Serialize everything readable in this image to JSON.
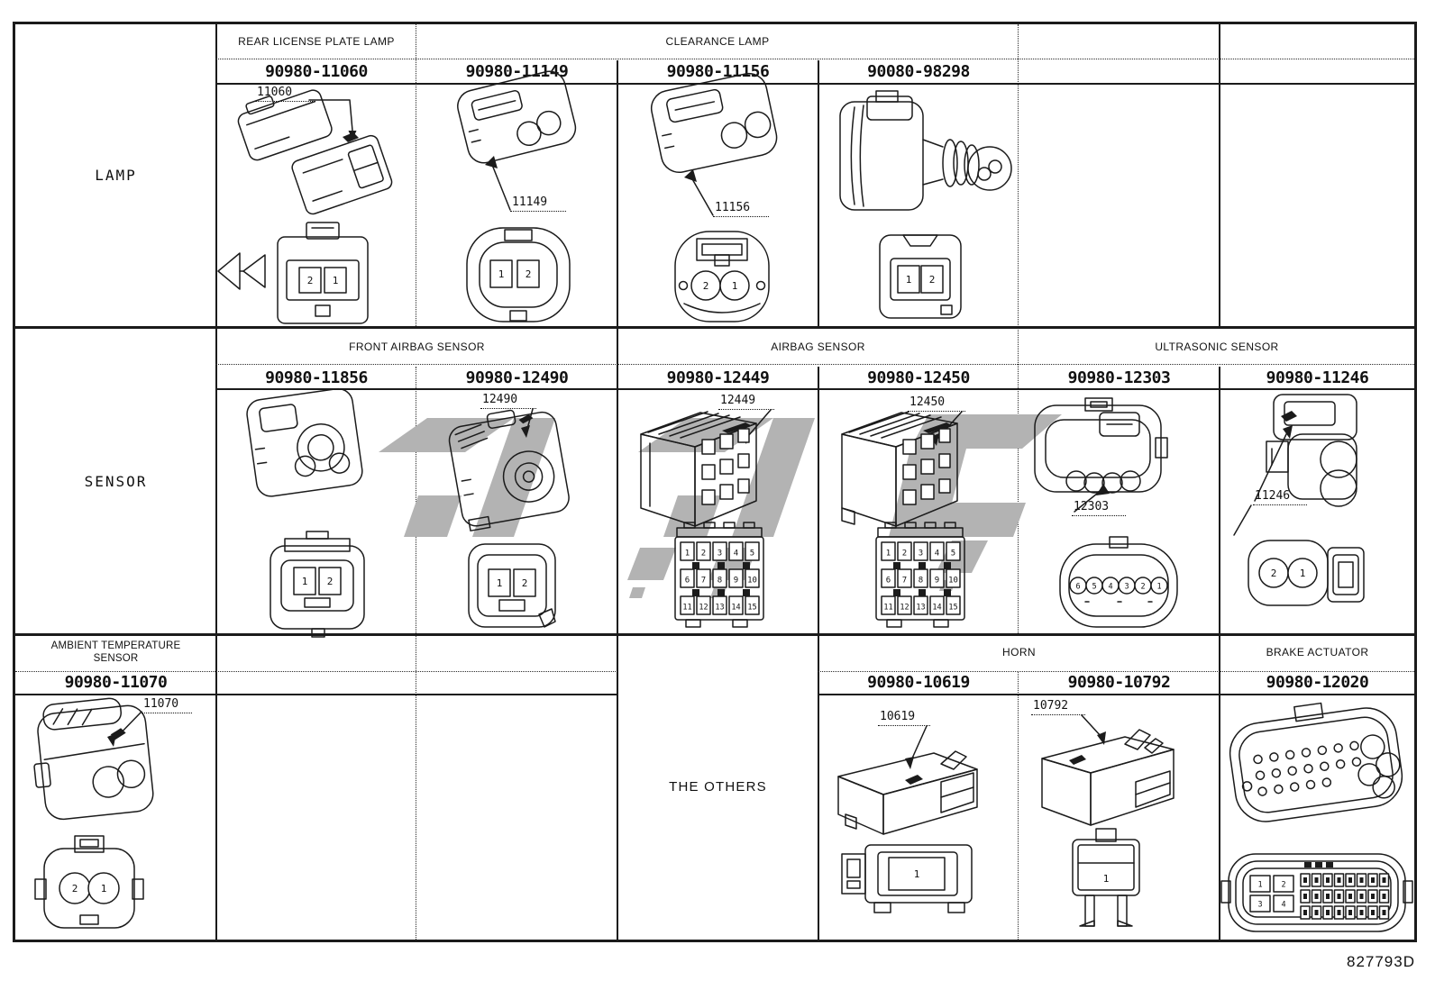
{
  "doc_code": "827793D",
  "lamp_row": {
    "label": "LAMP",
    "header_rear_license": "REAR LICENSE PLATE LAMP",
    "header_clearance": "CLEARANCE LAMP",
    "cells": {
      "c11060": {
        "part_number": "90980-11060",
        "callout": "11060",
        "pins": [
          "2",
          "1"
        ]
      },
      "c11149": {
        "part_number": "90980-11149",
        "callout": "11149",
        "pins": [
          "1",
          "2"
        ]
      },
      "c11156": {
        "part_number": "90980-11156",
        "callout": "11156",
        "pins": [
          "2",
          "1"
        ]
      },
      "c98298": {
        "part_number": "90080-98298",
        "pins": [
          "1",
          "2"
        ]
      }
    }
  },
  "sensor_row": {
    "label": "SENSOR",
    "header_front_airbag": "FRONT AIRBAG SENSOR",
    "header_airbag": "AIRBAG SENSOR",
    "header_ultrasonic": "ULTRASONIC SENSOR",
    "cells": {
      "c11856": {
        "part_number": "90980-11856",
        "pins": [
          "1",
          "2"
        ]
      },
      "c12490": {
        "part_number": "90980-12490",
        "callout": "12490",
        "pins": [
          "1",
          "2"
        ]
      },
      "c12449": {
        "part_number": "90980-12449",
        "callout": "12449",
        "grid": [
          [
            "1",
            "2",
            "3",
            "4",
            "5"
          ],
          [
            "6",
            "7",
            "8",
            "9",
            "10"
          ],
          [
            "11",
            "12",
            "13",
            "14",
            "15"
          ]
        ]
      },
      "c12450": {
        "part_number": "90980-12450",
        "callout": "12450",
        "grid": [
          [
            "1",
            "2",
            "3",
            "4",
            "5"
          ],
          [
            "6",
            "7",
            "8",
            "9",
            "10"
          ],
          [
            "11",
            "12",
            "13",
            "14",
            "15"
          ]
        ]
      },
      "c12303": {
        "part_number": "90980-12303",
        "callout": "12303",
        "pins": [
          "6",
          "5",
          "4",
          "3",
          "2",
          "1"
        ]
      },
      "c11246": {
        "part_number": "90980-11246",
        "callout": "11246",
        "pins": [
          "2",
          "1"
        ]
      }
    }
  },
  "others_row": {
    "label": "THE OTHERS",
    "header_ambient_line1": "AMBIENT TEMPERATURE",
    "header_ambient_line2": "SENSOR",
    "header_horn": "HORN",
    "header_brake": "BRAKE ACTUATOR",
    "cells": {
      "c11070": {
        "part_number": "90980-11070",
        "callout": "11070",
        "pins": [
          "2",
          "1"
        ]
      },
      "c10619": {
        "part_number": "90980-10619",
        "callout": "10619",
        "pins": [
          "1"
        ]
      },
      "c10792": {
        "part_number": "90980-10792",
        "callout": "10792",
        "pins": [
          "1"
        ]
      },
      "c12020": {
        "part_number": "90980-12020",
        "pins": [
          "1",
          "2",
          "3",
          "4"
        ]
      }
    }
  }
}
